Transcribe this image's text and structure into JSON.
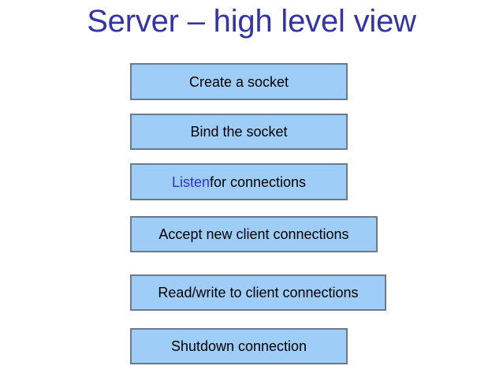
{
  "slide": {
    "title": "Server – high level view",
    "title_color": "#3333aa",
    "background_color": "#ffffff"
  },
  "theme": {
    "box_fill": "#9ecef8",
    "box_border": "#6b7b8c",
    "box_text": "#000000",
    "accent_text": "#3333cc"
  },
  "flow": {
    "steps": [
      {
        "id": "create-socket",
        "label": "Create a socket",
        "accent_label": "",
        "rest_label": "Create a socket"
      },
      {
        "id": "bind-socket",
        "label": "Bind the socket",
        "accent_label": "",
        "rest_label": "Bind the socket"
      },
      {
        "id": "listen-for-connections",
        "label": "Listen for connections",
        "accent_label": "Listen",
        "rest_label": " for connections"
      },
      {
        "id": "accept-new-client-connections",
        "label": "Accept new client connections",
        "accent_label": "",
        "rest_label": "Accept new client connections"
      },
      {
        "id": "read-write-client-connections",
        "label": "Read/write to client connections",
        "accent_label": "",
        "rest_label": "Read/write to client connections"
      },
      {
        "id": "shutdown-connection",
        "label": "Shutdown connection",
        "accent_label": "",
        "rest_label": "Shutdown connection"
      }
    ]
  }
}
